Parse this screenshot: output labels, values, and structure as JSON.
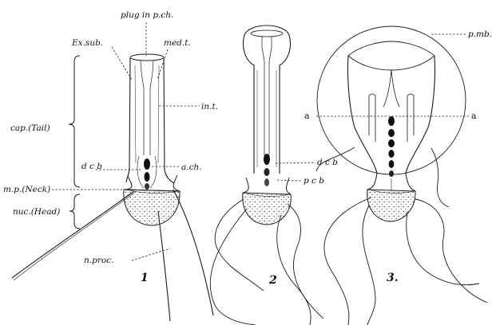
{
  "figure": {
    "labels": {
      "plug": "plug in p.ch.",
      "ex_sub": "Ex.sub.",
      "med_t": "med.t.",
      "in_t": "in.t.",
      "cap_tail": "cap.(Tail)",
      "dcb_left": "d c b",
      "a_ch": "a.ch.",
      "mp_neck": "m.p.(Neck)",
      "nuc_head": "nuc.(Head)",
      "n_proc": "n.proc.",
      "dcb_right": "d c b",
      "pcb": "p c b",
      "pmb": "p.mb.",
      "a_left": "a",
      "a_right": "a"
    },
    "numbers": {
      "one": "1",
      "two": "2",
      "three": "3."
    }
  }
}
